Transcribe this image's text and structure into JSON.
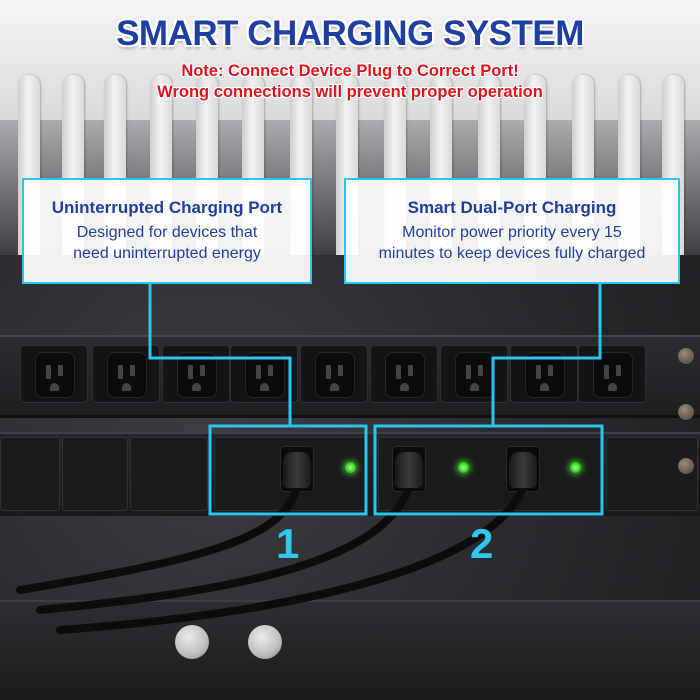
{
  "header": {
    "title": "SMART CHARGING SYSTEM",
    "note_line1": "Note: Connect Device Plug to Correct Port!",
    "note_line2": "Wrong connections will prevent proper operation"
  },
  "callouts": [
    {
      "title": "Uninterrupted Charging Port",
      "body_line1": "Designed for devices that",
      "body_line2": "need uninterrupted energy"
    },
    {
      "title": "Smart Dual-Port Charging",
      "body_line1": "Monitor power priority every 15",
      "body_line2": "minutes to keep devices fully charged"
    }
  ],
  "port_numbers": [
    "1",
    "2"
  ],
  "colors": {
    "title_blue": "#1c3fa1",
    "note_red": "#e2141b",
    "callout_border": "#27c6ee",
    "led_green": "#3fd02a",
    "number_cyan": "#2fc8ef"
  },
  "icons": {
    "outlet": "nema-5-15-outlet-icon",
    "led": "green-led-indicator-icon",
    "plug": "power-plug-icon"
  }
}
